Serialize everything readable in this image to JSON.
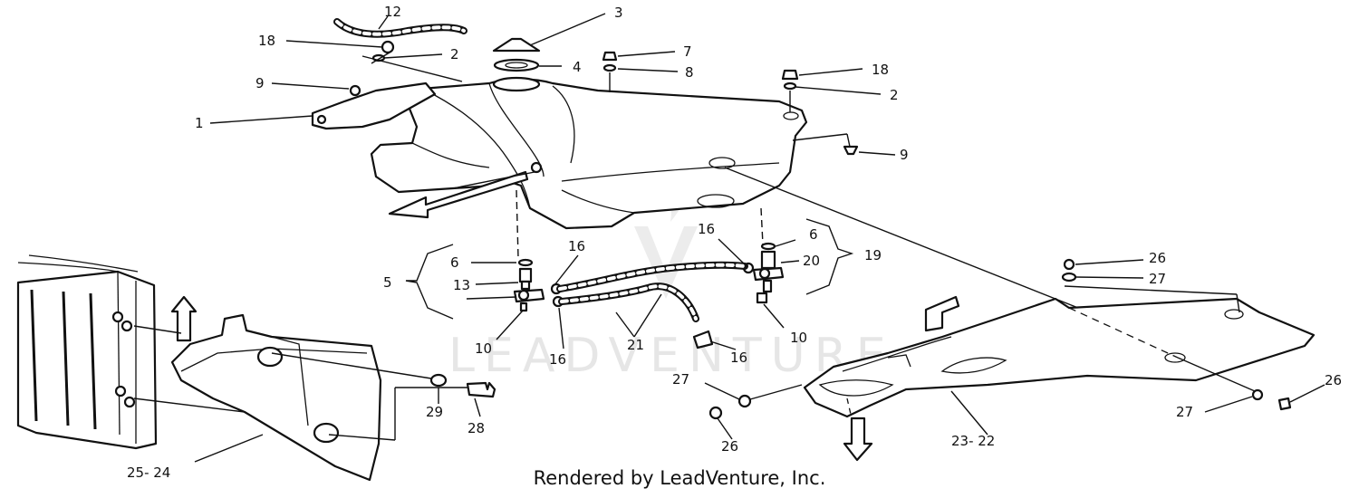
{
  "diagram": {
    "watermark": "LEADVENTURE",
    "footer": "Rendered by LeadVenture, Inc.",
    "callouts": [
      {
        "id": "c12",
        "text": "12"
      },
      {
        "id": "c3",
        "text": "3"
      },
      {
        "id": "c18a",
        "text": "18"
      },
      {
        "id": "c2a",
        "text": "2"
      },
      {
        "id": "c4",
        "text": "4"
      },
      {
        "id": "c7",
        "text": "7"
      },
      {
        "id": "c8",
        "text": "8"
      },
      {
        "id": "c18b",
        "text": "18"
      },
      {
        "id": "c2b",
        "text": "2"
      },
      {
        "id": "c9a",
        "text": "9"
      },
      {
        "id": "c1",
        "text": "1"
      },
      {
        "id": "c9b",
        "text": "9"
      },
      {
        "id": "c6a",
        "text": "6"
      },
      {
        "id": "c16a",
        "text": "16"
      },
      {
        "id": "c5",
        "text": "5"
      },
      {
        "id": "c13",
        "text": "13"
      },
      {
        "id": "c10a",
        "text": "10"
      },
      {
        "id": "c16b",
        "text": "16"
      },
      {
        "id": "c21",
        "text": "21"
      },
      {
        "id": "c16c",
        "text": "16"
      },
      {
        "id": "c16d",
        "text": "16"
      },
      {
        "id": "c6b",
        "text": "6"
      },
      {
        "id": "c20",
        "text": "20"
      },
      {
        "id": "c19",
        "text": "19"
      },
      {
        "id": "c10b",
        "text": "10"
      },
      {
        "id": "c26a",
        "text": "26"
      },
      {
        "id": "c27a",
        "text": "27"
      },
      {
        "id": "c27b",
        "text": "27"
      },
      {
        "id": "c26b",
        "text": "26"
      },
      {
        "id": "c29",
        "text": "29"
      },
      {
        "id": "c28",
        "text": "28"
      },
      {
        "id": "c2322",
        "text": "23- 22"
      },
      {
        "id": "c27c",
        "text": "27"
      },
      {
        "id": "c26c",
        "text": "26"
      },
      {
        "id": "c2524",
        "text": "25- 24"
      }
    ]
  }
}
